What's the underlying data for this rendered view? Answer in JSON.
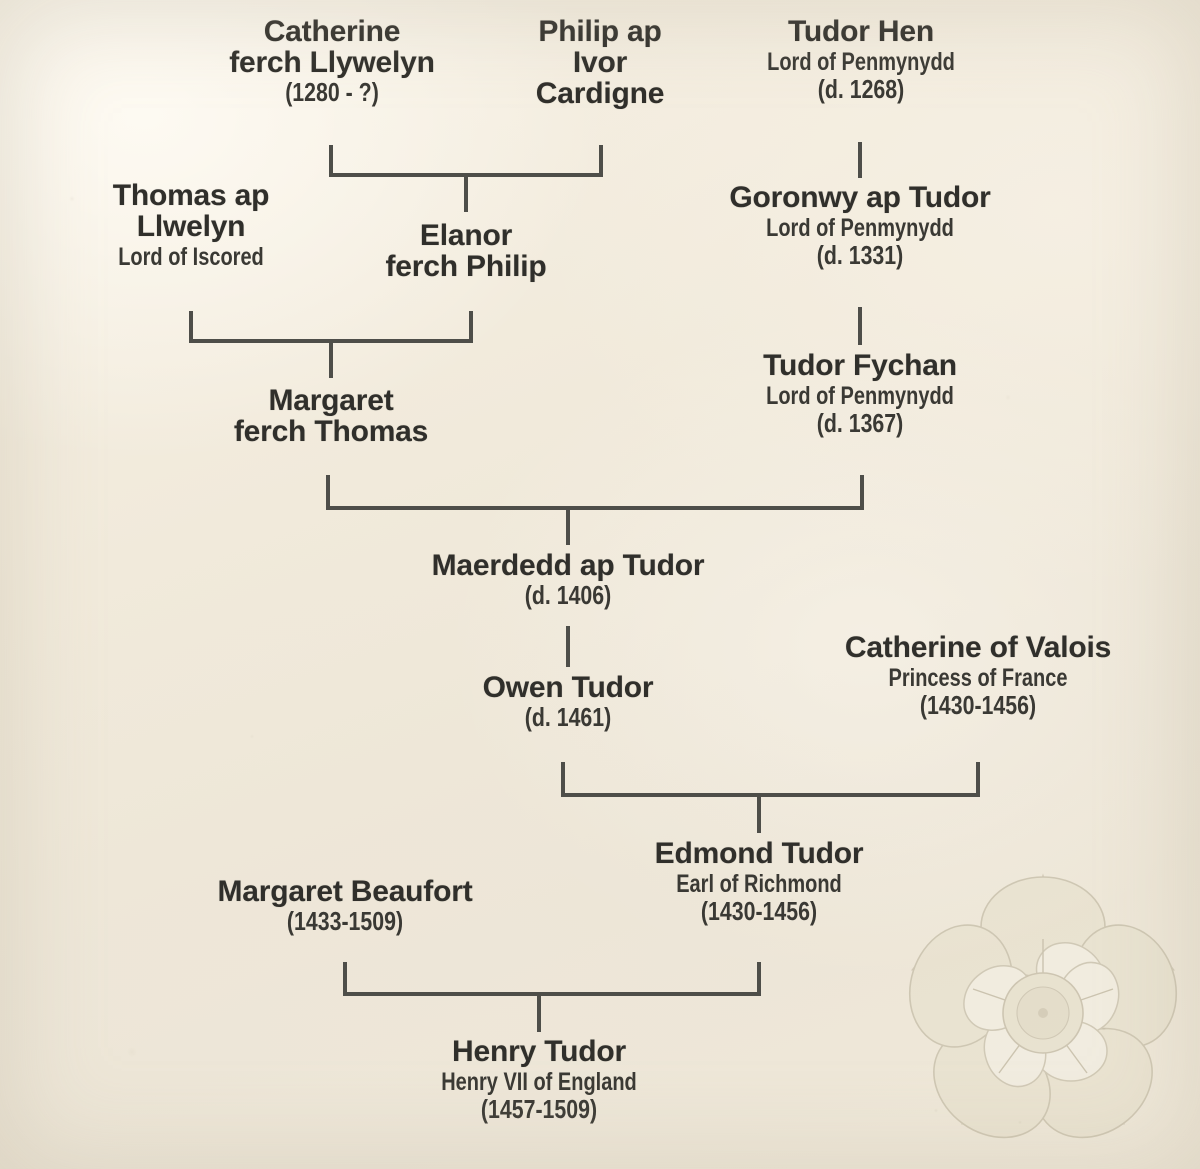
{
  "title": "Tudor Family Tree",
  "colors": {
    "paper": "#f2ebdd",
    "ink": "#302f2b",
    "connector": "#4e4e49",
    "rose_petal": "#e3ddc9",
    "rose_outline": "#b9b19b"
  },
  "watermark": {
    "name": "tudor-rose",
    "label": "Tudor Rose"
  },
  "people": [
    {
      "id": "catherine-ferch-llywelyn",
      "name": "Catherine\nferch Llywelyn",
      "title": "",
      "dates": "(1280 - ?)"
    },
    {
      "id": "philip-ap-ivor",
      "name": "Philip ap\nIvor\nCardigne",
      "title": "",
      "dates": ""
    },
    {
      "id": "tudor-hen",
      "name": "Tudor Hen",
      "title": "Lord of Penmynydd",
      "dates": "(d. 1268)"
    },
    {
      "id": "thomas-ap-llwelyn",
      "name": "Thomas ap\nLlwelyn",
      "title": "Lord of Iscored",
      "dates": ""
    },
    {
      "id": "elanor-ferch-philip",
      "name": "Elanor\nferch Philip",
      "title": "",
      "dates": ""
    },
    {
      "id": "goronwy-ap-tudor",
      "name": "Goronwy ap Tudor",
      "title": "Lord of Penmynydd",
      "dates": "(d. 1331)"
    },
    {
      "id": "margaret-ferch-thomas",
      "name": "Margaret\nferch Thomas",
      "title": "",
      "dates": ""
    },
    {
      "id": "tudor-fychan",
      "name": "Tudor Fychan",
      "title": "Lord of Penmynydd",
      "dates": "(d. 1367)"
    },
    {
      "id": "maerdedd-ap-tudor",
      "name": "Maerdedd ap Tudor",
      "title": "",
      "dates": "(d. 1406)"
    },
    {
      "id": "owen-tudor",
      "name": "Owen Tudor",
      "title": "",
      "dates": "(d. 1461)"
    },
    {
      "id": "catherine-of-valois",
      "name": "Catherine of Valois",
      "title": "Princess of France",
      "dates": "(1430-1456)"
    },
    {
      "id": "edmond-tudor",
      "name": "Edmond Tudor",
      "title": "Earl of Richmond",
      "dates": "(1430-1456)"
    },
    {
      "id": "margaret-beaufort",
      "name": "Margaret Beaufort",
      "title": "",
      "dates": "(1433-1509)"
    },
    {
      "id": "henry-tudor",
      "name": "Henry Tudor",
      "title": "Henry VII of England",
      "dates": "(1457-1509)"
    }
  ],
  "nodes": {
    "catherine_ferch_llywelyn": {
      "name_line1": "Catherine",
      "name_line2": "ferch Llywelyn",
      "dates": "(1280 - ?)"
    },
    "philip_ap_ivor": {
      "name_line1": "Philip ap",
      "name_line2": "Ivor",
      "name_line3": "Cardigne"
    },
    "tudor_hen": {
      "name": "Tudor Hen",
      "title": "Lord of Penmynydd",
      "dates": "(d. 1268)"
    },
    "thomas_ap_llwelyn": {
      "name_line1": "Thomas ap",
      "name_line2": "Llwelyn",
      "title": "Lord of Iscored"
    },
    "elanor_ferch_philip": {
      "name_line1": "Elanor",
      "name_line2": "ferch Philip"
    },
    "goronwy_ap_tudor": {
      "name": "Goronwy ap Tudor",
      "title": "Lord of Penmynydd",
      "dates": "(d. 1331)"
    },
    "margaret_ferch_thomas": {
      "name_line1": "Margaret",
      "name_line2": "ferch Thomas"
    },
    "tudor_fychan": {
      "name": "Tudor Fychan",
      "title": "Lord of Penmynydd",
      "dates": "(d. 1367)"
    },
    "maerdedd_ap_tudor": {
      "name": "Maerdedd ap Tudor",
      "dates": "(d. 1406)"
    },
    "owen_tudor": {
      "name": "Owen Tudor",
      "dates": "(d. 1461)"
    },
    "catherine_of_valois": {
      "name": "Catherine of Valois",
      "title": "Princess of France",
      "dates": "(1430-1456)"
    },
    "edmond_tudor": {
      "name": "Edmond Tudor",
      "title": "Earl of Richmond",
      "dates": "(1430-1456)"
    },
    "margaret_beaufort": {
      "name": "Margaret Beaufort",
      "dates": "(1433-1509)"
    },
    "henry_tudor": {
      "name": "Henry Tudor",
      "title": "Henry VII of England",
      "dates": "(1457-1509)"
    }
  },
  "relationships": [
    {
      "type": "marriage",
      "parents": [
        "catherine-ferch-llywelyn",
        "philip-ap-ivor"
      ],
      "child": "elanor-ferch-philip"
    },
    {
      "type": "descent",
      "parent": "tudor-hen",
      "child": "goronwy-ap-tudor"
    },
    {
      "type": "marriage",
      "parents": [
        "thomas-ap-llwelyn",
        "elanor-ferch-philip"
      ],
      "child": "margaret-ferch-thomas"
    },
    {
      "type": "descent",
      "parent": "goronwy-ap-tudor",
      "child": "tudor-fychan"
    },
    {
      "type": "marriage",
      "parents": [
        "margaret-ferch-thomas",
        "tudor-fychan"
      ],
      "child": "maerdedd-ap-tudor"
    },
    {
      "type": "descent",
      "parent": "maerdedd-ap-tudor",
      "child": "owen-tudor"
    },
    {
      "type": "marriage",
      "parents": [
        "owen-tudor",
        "catherine-of-valois"
      ],
      "child": "edmond-tudor"
    },
    {
      "type": "marriage",
      "parents": [
        "margaret-beaufort",
        "edmond-tudor"
      ],
      "child": "henry-tudor"
    }
  ]
}
